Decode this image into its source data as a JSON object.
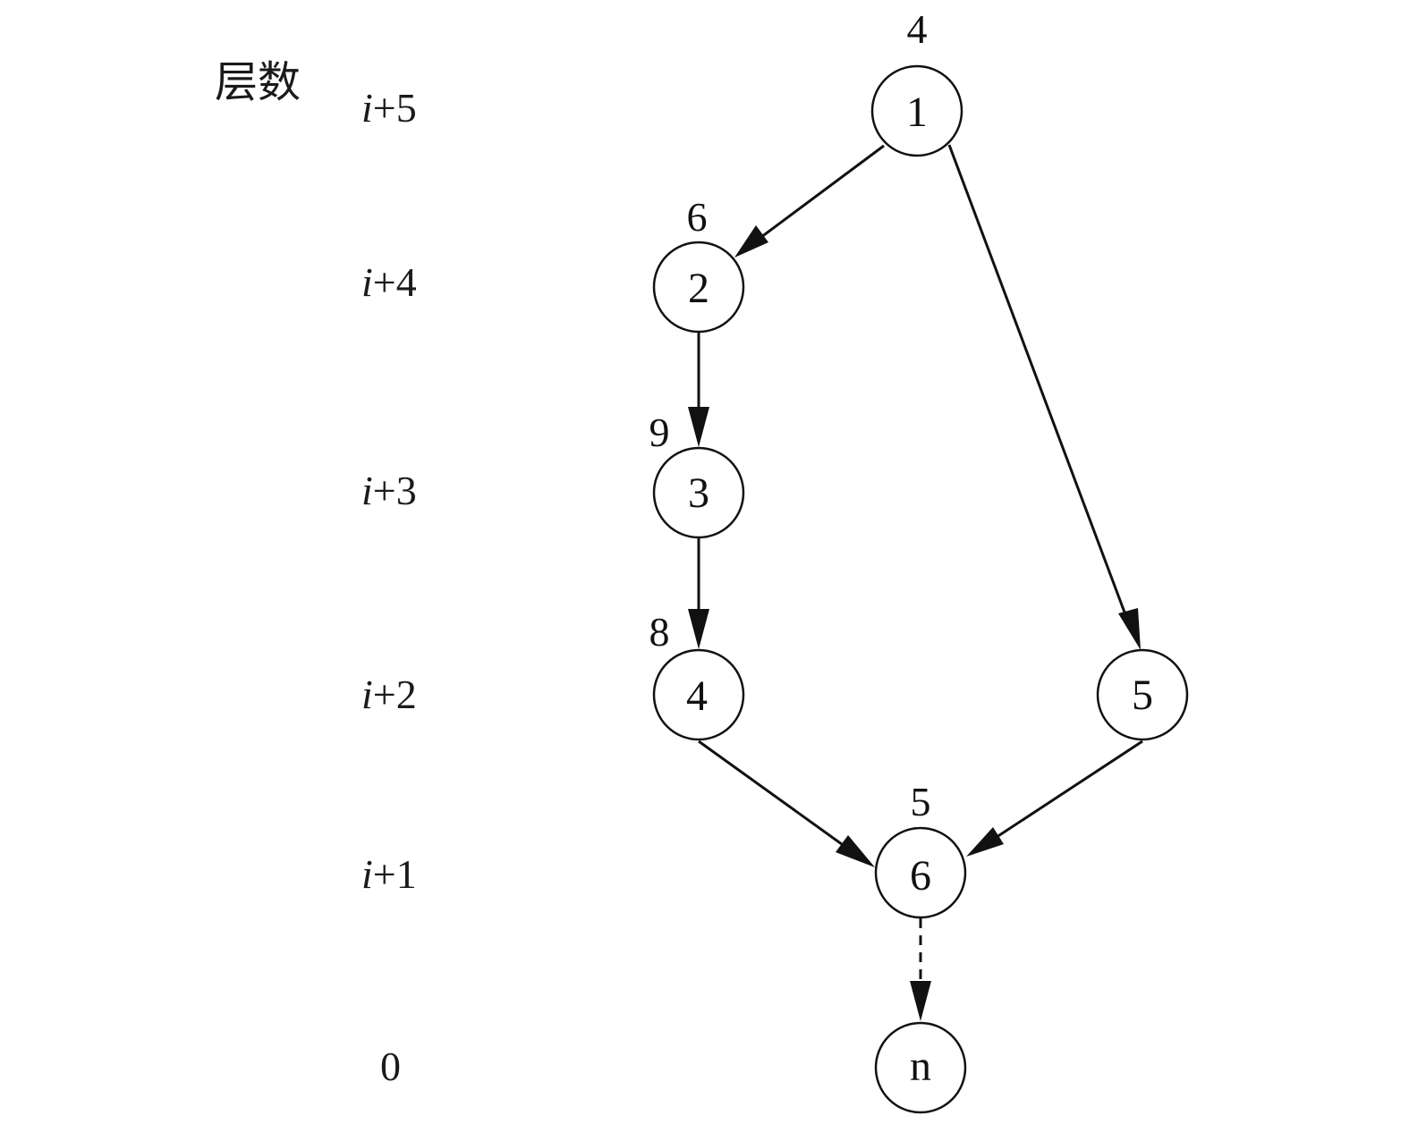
{
  "header": {
    "levels_title": "层数"
  },
  "levels": [
    {
      "id": "l5",
      "italic": "i",
      "suffix": "+5"
    },
    {
      "id": "l4",
      "italic": "i",
      "suffix": "+4"
    },
    {
      "id": "l3",
      "italic": "i",
      "suffix": "+3"
    },
    {
      "id": "l2",
      "italic": "i",
      "suffix": "+2"
    },
    {
      "id": "l1",
      "italic": "i",
      "suffix": "+1"
    },
    {
      "id": "l0",
      "italic": "",
      "suffix": "0"
    }
  ],
  "nodes": [
    {
      "id": "1",
      "label": "1",
      "weight": "4"
    },
    {
      "id": "2",
      "label": "2",
      "weight": "6"
    },
    {
      "id": "3",
      "label": "3",
      "weight": "9"
    },
    {
      "id": "4",
      "label": "4",
      "weight": "8"
    },
    {
      "id": "5",
      "label": "5",
      "weight": ""
    },
    {
      "id": "6",
      "label": "6",
      "weight": "5"
    },
    {
      "id": "n",
      "label": "n",
      "weight": ""
    }
  ],
  "edges": [
    {
      "from": "1",
      "to": "2",
      "style": "solid"
    },
    {
      "from": "1",
      "to": "5",
      "style": "solid"
    },
    {
      "from": "2",
      "to": "3",
      "style": "solid"
    },
    {
      "from": "3",
      "to": "4",
      "style": "solid"
    },
    {
      "from": "4",
      "to": "6",
      "style": "solid"
    },
    {
      "from": "5",
      "to": "6",
      "style": "solid"
    },
    {
      "from": "6",
      "to": "n",
      "style": "dashed"
    }
  ]
}
